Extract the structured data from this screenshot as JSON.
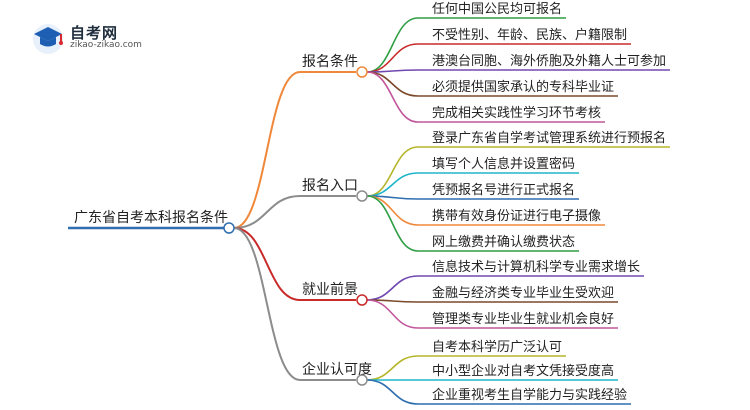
{
  "logo": {
    "title": "自考网",
    "subtitle": "zikao-zikao.com"
  },
  "mindmap": {
    "root": {
      "label": "广东省自考本科报名条件",
      "color": "#2f6fb0"
    },
    "branches": [
      {
        "label": "报名条件",
        "color": "#f0883a",
        "leaves": [
          {
            "label": "任何中国公民均可报名",
            "color": "#2f9e44"
          },
          {
            "label": "不受性别、年龄、民族、户籍限制",
            "color": "#c92a2a"
          },
          {
            "label": "港澳台同胞、海外侨胞及外籍人士可参加",
            "color": "#7048b0"
          },
          {
            "label": "必须提供国家承认的专科毕业证",
            "color": "#7b4a2a"
          },
          {
            "label": "完成相关实践性学习环节考核",
            "color": "#c2569b"
          }
        ]
      },
      {
        "label": "报名入口",
        "color": "#8c8c8c",
        "leaves": [
          {
            "label": "登录广东省自学考试管理系统进行预报名",
            "color": "#b5b52a"
          },
          {
            "label": "填写个人信息并设置密码",
            "color": "#1fb5c8"
          },
          {
            "label": "凭预报名号进行正式报名",
            "color": "#2f6fb0"
          },
          {
            "label": "携带有效身份证进行电子摄像",
            "color": "#f0883a"
          },
          {
            "label": "网上缴费并确认缴费状态",
            "color": "#2f9e44"
          }
        ]
      },
      {
        "label": "就业前景",
        "color": "#c92a2a",
        "leaves": [
          {
            "label": "信息技术与计算机科学专业需求增长",
            "color": "#7048b0"
          },
          {
            "label": "金融与经济类专业毕业生受欢迎",
            "color": "#7b4a2a"
          },
          {
            "label": "管理类专业毕业生就业机会良好",
            "color": "#c2569b"
          }
        ]
      },
      {
        "label": "企业认可度",
        "color": "#8c8c8c",
        "leaves": [
          {
            "label": "自考本科学历广泛认可",
            "color": "#b5b52a"
          },
          {
            "label": "中小型企业对自考文凭接受度高",
            "color": "#1fb5c8"
          },
          {
            "label": "企业重视考生自学能力与实践经验",
            "color": "#2f6fb0"
          }
        ]
      }
    ]
  }
}
